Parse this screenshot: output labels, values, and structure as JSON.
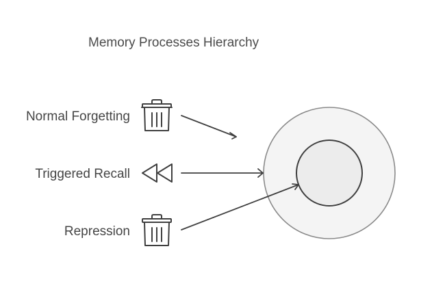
{
  "diagram": {
    "title": "Memory Processes Hierarchy",
    "items": [
      {
        "label": "Normal Forgetting",
        "icon": "trash-icon"
      },
      {
        "label": "Triggered Recall",
        "icon": "rewind-icon"
      },
      {
        "label": "Repression",
        "icon": "trash-icon"
      }
    ],
    "colors": {
      "outer_circle_fill": "#f4f4f4",
      "outer_circle_stroke": "#8a8a8a",
      "inner_circle_fill": "#ececec",
      "inner_circle_stroke": "#3f3f3f",
      "ink": "#3f3f3f"
    }
  }
}
